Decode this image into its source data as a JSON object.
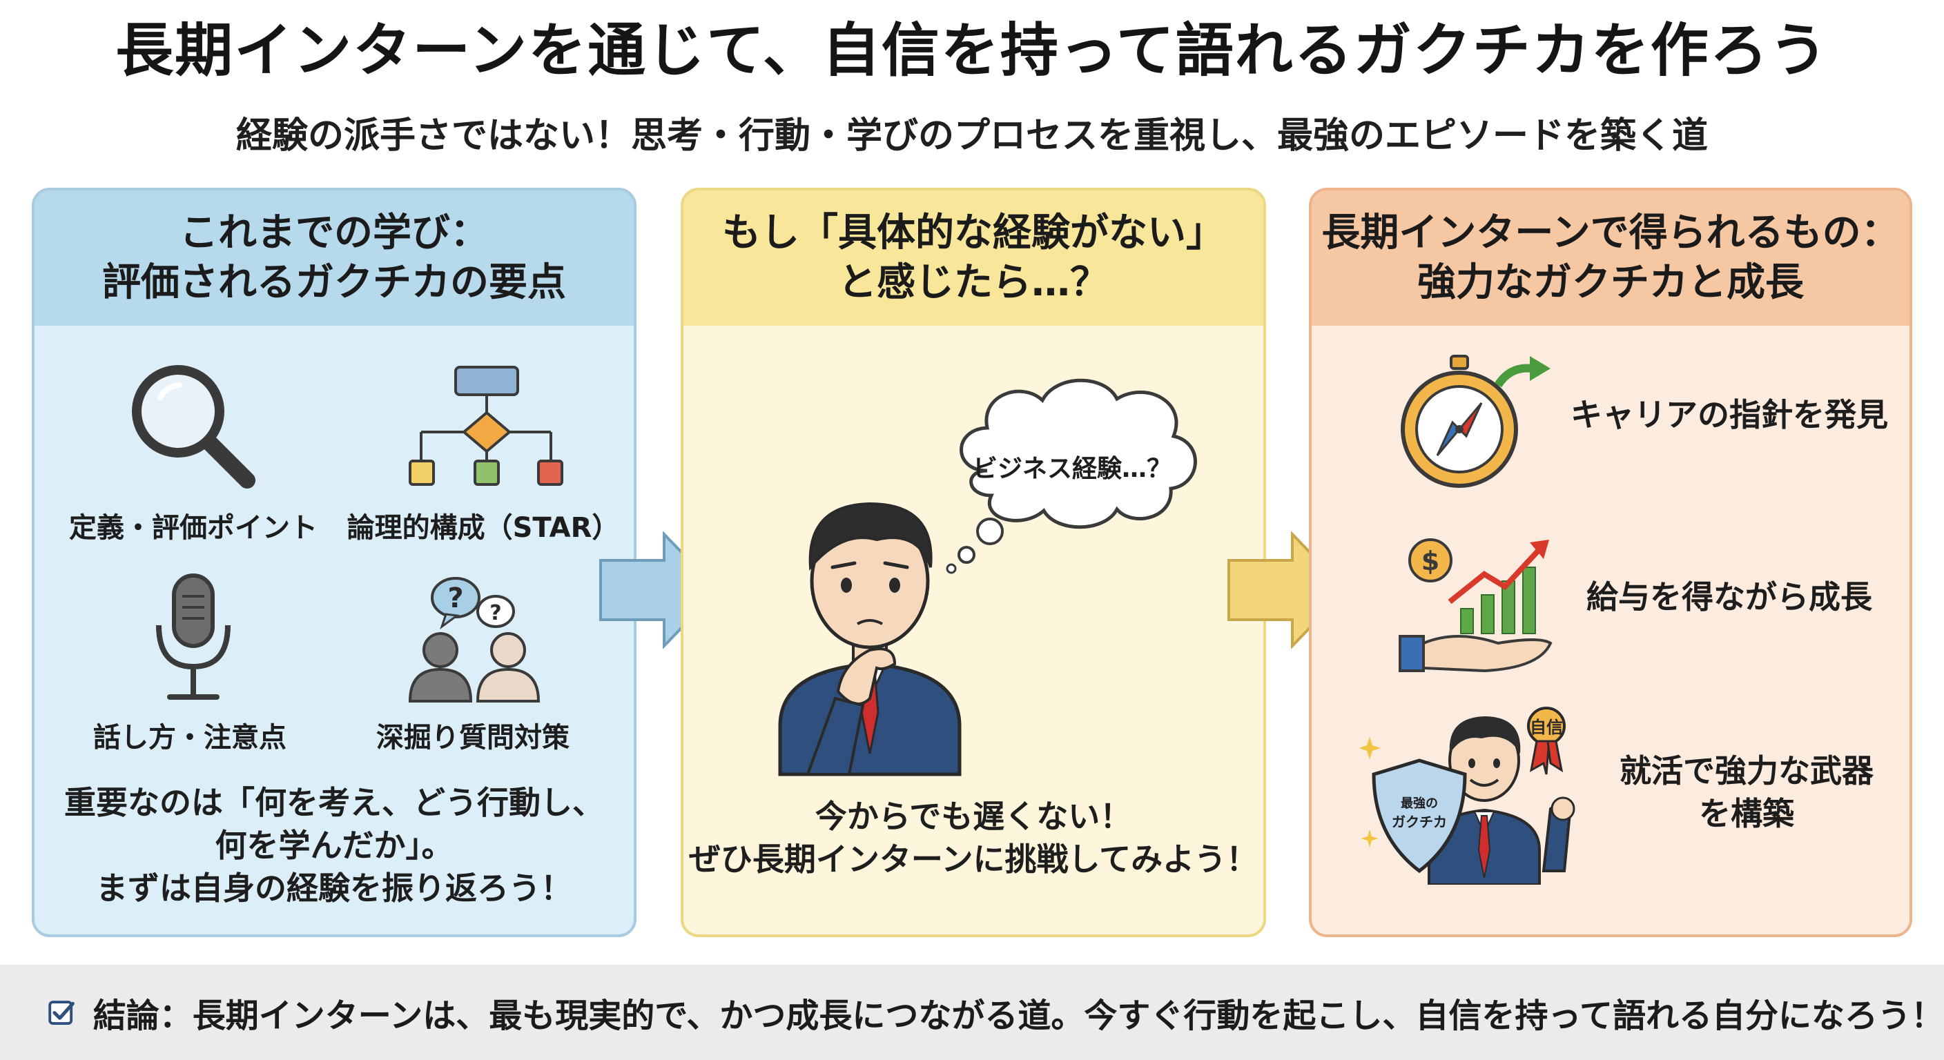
{
  "header": {
    "title": "長期インターンを通じて、自信を持って語れるガクチカを作ろう",
    "subtitle": "経験の派手さではない！思考・行動・学びのプロセスを重視し、最強のエピソードを築く道"
  },
  "panel_left": {
    "heading": [
      "これまでの学び：",
      "評価されるガクチカの要点"
    ],
    "items": [
      {
        "label": "定義・評価ポイント",
        "icon": "magnifier-icon"
      },
      {
        "label": "論理的構成（STAR）",
        "icon": "flowchart-icon"
      },
      {
        "label": "話し方・注意点",
        "icon": "microphone-icon"
      },
      {
        "label": "深掘り質問対策",
        "icon": "question-people-icon"
      }
    ],
    "note": [
      "重要なのは「何を考え、どう行動し、",
      "何を学んだか」。",
      "まずは自身の経験を振り返ろう！"
    ]
  },
  "panel_middle": {
    "heading": [
      "もし「具体的な経験がない」",
      "と感じたら…？"
    ],
    "thought": "ビジネス経験…？",
    "note": [
      "今からでも遅くない！",
      "ぜひ長期インターンに挑戦してみよう！"
    ]
  },
  "panel_right": {
    "heading": [
      "長期インターンで得られるもの：",
      "強力なガクチカと成長"
    ],
    "items": [
      {
        "label": [
          "キャリアの指針を発見"
        ],
        "icon": "compass-icon"
      },
      {
        "label": [
          "給与を得ながら成長"
        ],
        "icon": "money-growth-icon"
      },
      {
        "label": [
          "就活で強力な武器",
          "を構築"
        ],
        "icon": "confident-person-icon"
      }
    ],
    "shield_text": [
      "最強の",
      "ガクチカ"
    ],
    "badge_text": "自信"
  },
  "footer": {
    "text": "結論：長期インターンは、最も現実的で、かつ成長につながる道。今すぐ行動を起こし、自信を持って語れる自分になろう！"
  },
  "colors": {
    "left_panel": "#dceef8",
    "middle_panel": "#fdf6dc",
    "right_panel": "#fcebdf"
  }
}
